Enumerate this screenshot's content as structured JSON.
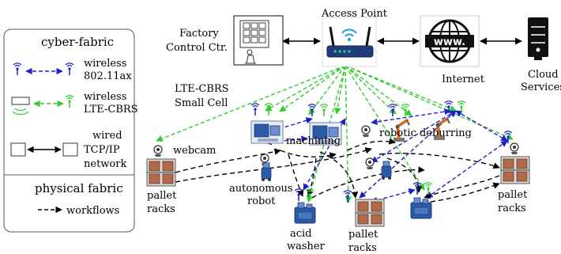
{
  "legend": {
    "cyber_title": "cyber-fabric",
    "wireless_80211": [
      "wireless",
      "802.11ax"
    ],
    "wireless_cbrs": [
      "wireless",
      "LTE-CBRS"
    ],
    "wired": [
      "wired",
      "TCP/IP",
      "network"
    ],
    "physical_title": "physical fabric",
    "workflows": "workflows"
  },
  "nodes": {
    "factory_control": [
      "Factory",
      "Control Ctr."
    ],
    "access_point": "Access Point",
    "internet": "Internet",
    "cloud": [
      "Cloud",
      "Services"
    ],
    "small_cell": [
      "LTE-CBRS",
      "Small Cell"
    ],
    "webcam": "webcam",
    "machining": "machining",
    "robotic_deburring": "robotic deburring",
    "autonomous_robot": [
      "autonomous",
      "robot"
    ],
    "acid_washer": [
      "acid",
      "washer"
    ],
    "pallet_racks_left": [
      "pallet",
      "racks"
    ],
    "pallet_racks_mid": [
      "pallet",
      "racks"
    ],
    "pallet_racks_right": [
      "pallet",
      "racks"
    ]
  },
  "colors": {
    "wireless_80211": "#1f1fc8",
    "wireless_cbrs": "#2ecc2e",
    "wired": "#000000",
    "workflow": "#000000",
    "rack_wood": "#b06a4a",
    "machine_blue": "#2a5aa8"
  },
  "icons": [
    "wifi-antenna-icon",
    "cbrs-antenna-icon",
    "router-icon",
    "globe-www-icon",
    "server-icon",
    "control-panel-icon",
    "webcam-icon",
    "pallet-rack-icon",
    "robot-arm-icon",
    "cnc-machine-icon",
    "washer-icon",
    "agv-robot-icon"
  ]
}
